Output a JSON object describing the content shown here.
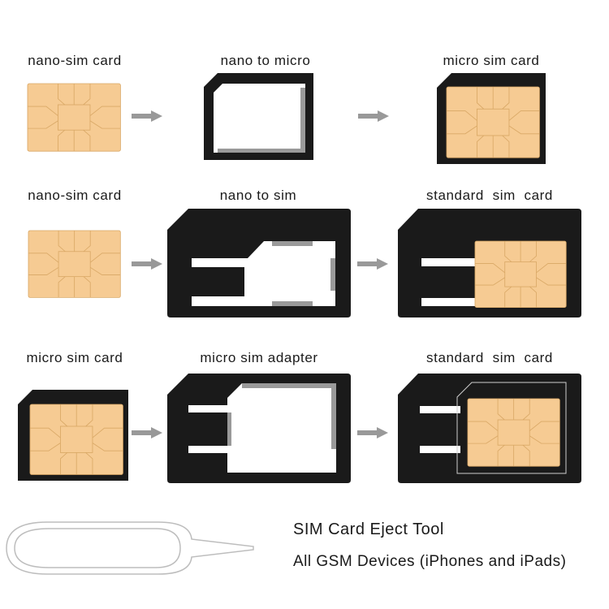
{
  "palette": {
    "card": "#1a1a1a",
    "chip": "#f6cb93",
    "chip_line": "#d9a866",
    "arrow": "#999999",
    "tray_shadow": "#9a9a9a",
    "tool_outline": "#bdbdbd"
  },
  "rows": [
    {
      "source_label": "nano-sim card",
      "adapter_label": "nano to micro",
      "result_label": "micro sim card",
      "source_icon": "nano-sim-chip-icon",
      "adapter_icon": "nano-to-micro-adapter-icon",
      "result_icon": "micro-sim-card-icon"
    },
    {
      "source_label": "nano-sim card",
      "adapter_label": "nano to sim",
      "result_label": "standard  sim  card",
      "source_icon": "nano-sim-chip-icon",
      "adapter_icon": "nano-to-sim-adapter-icon",
      "result_icon": "standard-sim-card-icon"
    },
    {
      "source_label": "micro sim card",
      "adapter_label": "micro sim adapter",
      "result_label": "standard  sim  card",
      "source_icon": "micro-sim-card-icon",
      "adapter_icon": "micro-sim-adapter-icon",
      "result_icon": "standard-sim-card-icon"
    }
  ],
  "tool": {
    "title": "SIM Card Eject Tool",
    "subtitle": "All GSM Devices (iPhones and iPads)",
    "icon": "sim-eject-pin-icon"
  }
}
